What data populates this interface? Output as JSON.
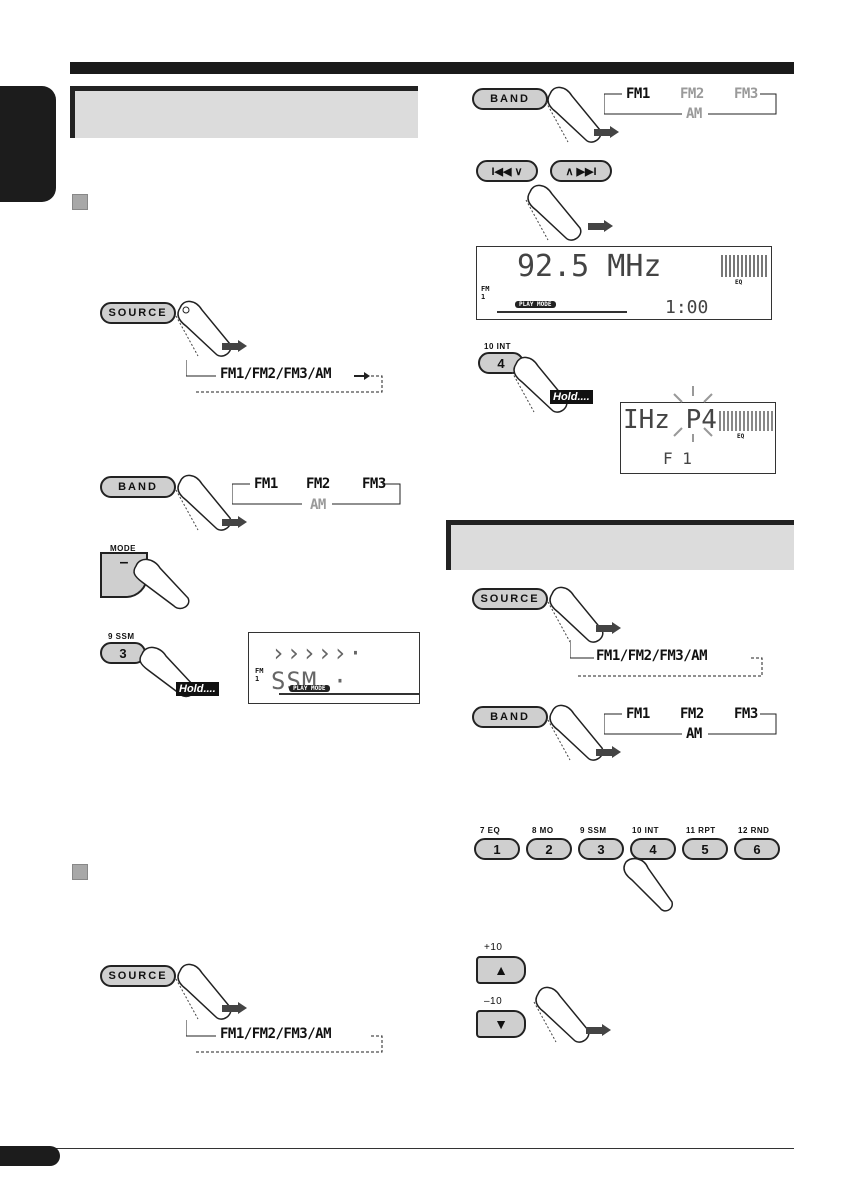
{
  "left": {
    "source_button": "SOURCE",
    "band_button": "BAND",
    "mode_label": "MODE",
    "mode_key": "–",
    "ssm_label": "9  SSM",
    "ssm_key": "3",
    "hold": "Hold....",
    "source_flow": "FM1/FM2/FM3/AM",
    "band_flow": {
      "fm1": "FM1",
      "fm2": "FM2",
      "fm3": "FM3",
      "am": "AM"
    },
    "lcd_ssm": "›››››· SSM ·",
    "lcd_fm": "FM",
    "lcd_one": "1",
    "play_mode": "PLAY MODE"
  },
  "right": {
    "band_button": "BAND",
    "band_flow_top": {
      "fm1": "FM1",
      "fm2": "FM2",
      "fm3": "FM3",
      "am": "AM"
    },
    "prev_button": "I◀◀ ∨",
    "next_button": "∧ ▶▶I",
    "lcd_freq": "92.5 MHz",
    "lcd_time": "1:00",
    "lcd_fm": "FM",
    "lcd_one": "1",
    "eq": "EQ",
    "play_mode": "PLAY MODE",
    "int_label": "10  INT",
    "int_key": "4",
    "hold": "Hold....",
    "lcd_preset": "IHz P4",
    "lcd_f1": "F 1",
    "source_button": "SOURCE",
    "source_flow": "FM1/FM2/FM3/AM",
    "band_button2": "BAND",
    "band_flow_bottom": {
      "fm1": "FM1",
      "fm2": "FM2",
      "fm3": "FM3",
      "am": "AM"
    },
    "presets": [
      {
        "label": "7  EQ",
        "key": "1"
      },
      {
        "label": "8  MO",
        "key": "2"
      },
      {
        "label": "9  SSM",
        "key": "3"
      },
      {
        "label": "10  INT",
        "key": "4"
      },
      {
        "label": "11  RPT",
        "key": "5"
      },
      {
        "label": "12  RND",
        "key": "6"
      }
    ],
    "plus10": "+10",
    "minus10": "–10",
    "up_key": "▲",
    "down_key": "▼"
  },
  "left_lower": {
    "source_button": "SOURCE",
    "source_flow": "FM1/FM2/FM3/AM"
  }
}
